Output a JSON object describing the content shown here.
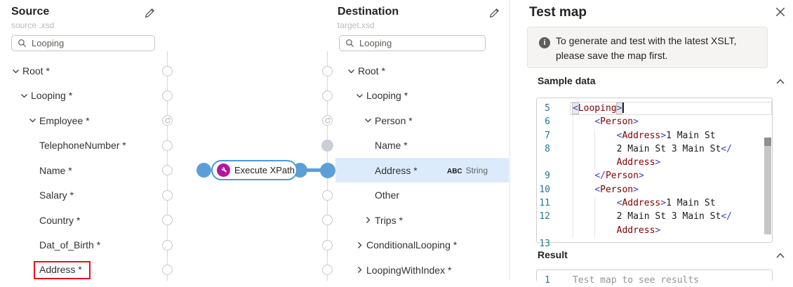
{
  "source_panel": {
    "title": "Source",
    "subtitle": "source .xsd",
    "search_value": "Looping",
    "tree": [
      {
        "label": "Root *",
        "level": 0,
        "chevron": "down",
        "port": "default"
      },
      {
        "label": "Looping *",
        "level": 1,
        "chevron": "down",
        "port": "default"
      },
      {
        "label": "Employee *",
        "level": 2,
        "chevron": "down",
        "port": "loop"
      },
      {
        "label": "TelephoneNumber *",
        "level": 3,
        "chevron": "none",
        "port": "default"
      },
      {
        "label": "Name *",
        "level": 3,
        "chevron": "none",
        "port": "default"
      },
      {
        "label": "Salary *",
        "level": 3,
        "chevron": "none",
        "port": "default"
      },
      {
        "label": "Country *",
        "level": 3,
        "chevron": "none",
        "port": "default"
      },
      {
        "label": "Dat_of_Birth *",
        "level": 3,
        "chevron": "none",
        "port": "default"
      },
      {
        "label": "Address *",
        "level": 3,
        "chevron": "none",
        "port": "default",
        "red_box": true
      }
    ]
  },
  "destination_panel": {
    "title": "Destination",
    "subtitle": "target.xsd",
    "search_value": "Looping",
    "tree": [
      {
        "label": "Root *",
        "level": 0,
        "chevron": "down",
        "port": "default"
      },
      {
        "label": "Looping *",
        "level": 1,
        "chevron": "down",
        "port": "default"
      },
      {
        "label": "Person *",
        "level": 2,
        "chevron": "down",
        "port": "loop"
      },
      {
        "label": "Name *",
        "level": 3,
        "chevron": "none",
        "port": "gray"
      },
      {
        "label": "Address *",
        "level": 3,
        "chevron": "none",
        "port": "blue",
        "selected": true,
        "type_icon": "ABC",
        "type_text": "String"
      },
      {
        "label": "Other",
        "level": 3,
        "chevron": "none",
        "port": "default"
      },
      {
        "label": "Trips *",
        "level": 2,
        "chevron": "right",
        "port": "default"
      },
      {
        "label": "ConditionalLooping *",
        "level": 1,
        "chevron": "right",
        "port": "default"
      },
      {
        "label": "LoopingWithIndex *",
        "level": 1,
        "chevron": "right",
        "port": "default"
      }
    ]
  },
  "canvas": {
    "function_node": {
      "label": "Execute XPath"
    },
    "colors": {
      "connection_blue": "#5c9fd6",
      "node_border_blue": "#4a9bd8",
      "function_icon_magenta": "#b4169e",
      "selected_row_blue": "#dcebfb",
      "red_annotation": "#e8111c"
    }
  },
  "test_panel": {
    "title": "Test map",
    "info_message_line1": "To generate and test with the latest XSLT,",
    "info_message_line2": "please save the map first.",
    "sample_data_heading": "Sample data",
    "result_heading": "Result",
    "result_line_number": "1",
    "result_placeholder": "Test map to see results",
    "sample_editor": {
      "lines": [
        {
          "num": "5",
          "current": true,
          "tokens": [
            [
              "bm",
              "<"
            ],
            [
              "tag",
              "Looping"
            ],
            [
              "bm",
              ">"
            ],
            [
              "cursor",
              ""
            ]
          ]
        },
        {
          "num": "6",
          "tokens": [
            [
              "txt",
              "    "
            ],
            [
              "d",
              "<"
            ],
            [
              "tag",
              "Person"
            ],
            [
              "d",
              ">"
            ]
          ]
        },
        {
          "num": "7",
          "tokens": [
            [
              "txt",
              "        "
            ],
            [
              "d",
              "<"
            ],
            [
              "tag",
              "Address"
            ],
            [
              "d",
              ">"
            ],
            [
              "txt",
              "1 Main St"
            ]
          ]
        },
        {
          "num": "8",
          "tokens": [
            [
              "txt",
              "        2 Main St 3 Main St"
            ],
            [
              "d",
              "</"
            ]
          ]
        },
        {
          "num": "",
          "tokens": [
            [
              "txt",
              "        "
            ],
            [
              "tag",
              "Address"
            ],
            [
              "d",
              ">"
            ]
          ]
        },
        {
          "num": "9",
          "tokens": [
            [
              "txt",
              "    "
            ],
            [
              "d",
              "</"
            ],
            [
              "tag",
              "Person"
            ],
            [
              "d",
              ">"
            ]
          ]
        },
        {
          "num": "10",
          "tokens": [
            [
              "txt",
              "    "
            ],
            [
              "d",
              "<"
            ],
            [
              "tag",
              "Person"
            ],
            [
              "d",
              ">"
            ]
          ]
        },
        {
          "num": "11",
          "tokens": [
            [
              "txt",
              "        "
            ],
            [
              "d",
              "<"
            ],
            [
              "tag",
              "Address"
            ],
            [
              "d",
              ">"
            ],
            [
              "txt",
              "1 Main St"
            ]
          ]
        },
        {
          "num": "12",
          "tokens": [
            [
              "txt",
              "        2 Main St 3 Main St"
            ],
            [
              "d",
              "</"
            ]
          ]
        },
        {
          "num": "",
          "tokens": [
            [
              "txt",
              "        "
            ],
            [
              "tag",
              "Address"
            ],
            [
              "d",
              ">"
            ]
          ]
        },
        {
          "num": "13",
          "tokens": []
        }
      ]
    }
  }
}
